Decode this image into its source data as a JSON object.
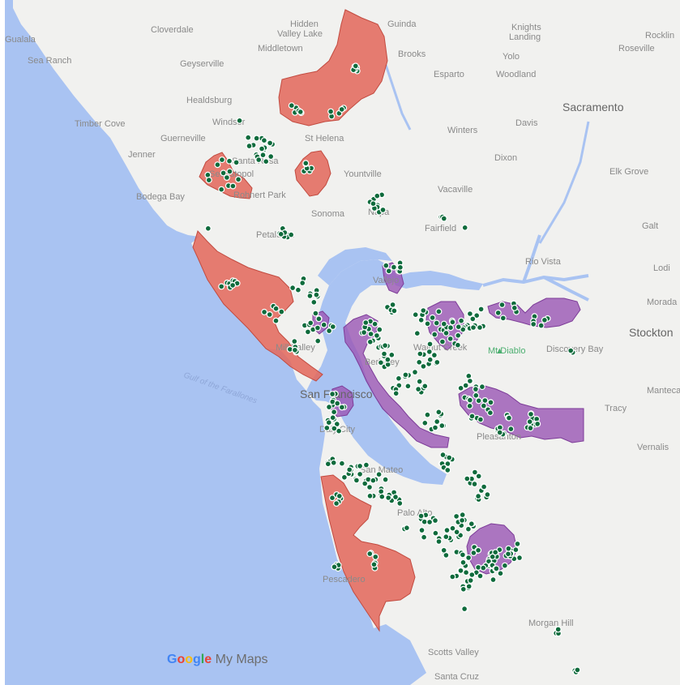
{
  "map": {
    "attribution": {
      "letters": [
        {
          "ch": "G",
          "color": "#4285f4"
        },
        {
          "ch": "o",
          "color": "#ea4335"
        },
        {
          "ch": "o",
          "color": "#fbbc05"
        },
        {
          "ch": "g",
          "color": "#4285f4"
        },
        {
          "ch": "l",
          "color": "#34a853"
        },
        {
          "ch": "e",
          "color": "#ea4335"
        }
      ],
      "suffix": "My Maps"
    },
    "colors": {
      "land": "#f1f1ef",
      "water": "#a9c3f2",
      "red_region": "#e26a5e",
      "purple_region": "#9b59b6",
      "marker": "#0f6b3c"
    },
    "places": [
      {
        "name": "Gualala"
      },
      {
        "name": "Sea Ranch"
      },
      {
        "name": "Cloverdale"
      },
      {
        "name": "Hidden"
      },
      {
        "name": "Valley Lake"
      },
      {
        "name": "Middletown"
      },
      {
        "name": "Guinda"
      },
      {
        "name": "Knights"
      },
      {
        "name": "Landing"
      },
      {
        "name": "Rocklin"
      },
      {
        "name": "Roseville"
      },
      {
        "name": "Geyserville"
      },
      {
        "name": "Brooks"
      },
      {
        "name": "Esparto"
      },
      {
        "name": "Yolo"
      },
      {
        "name": "Woodland"
      },
      {
        "name": "Healdsburg"
      },
      {
        "name": "Sacramento"
      },
      {
        "name": "Timber Cove"
      },
      {
        "name": "Windsor"
      },
      {
        "name": "Guerneville"
      },
      {
        "name": "St Helena"
      },
      {
        "name": "Winters"
      },
      {
        "name": "Davis"
      },
      {
        "name": "Jenner"
      },
      {
        "name": "Dixon"
      },
      {
        "name": "Elk Grove"
      },
      {
        "name": "Santa Rosa"
      },
      {
        "name": "Sebastopol"
      },
      {
        "name": "Yountville"
      },
      {
        "name": "Rohnert Park"
      },
      {
        "name": "Bodega Bay"
      },
      {
        "name": "Vacaville"
      },
      {
        "name": "Sonoma"
      },
      {
        "name": "Napa"
      },
      {
        "name": "Fairfield"
      },
      {
        "name": "Galt"
      },
      {
        "name": "Petaluma"
      },
      {
        "name": "Rio Vista"
      },
      {
        "name": "Lodi"
      },
      {
        "name": "Vallejo"
      },
      {
        "name": "Morada"
      },
      {
        "name": "Stockton"
      },
      {
        "name": "Walnut Creek"
      },
      {
        "name": "Mt Diablo"
      },
      {
        "name": "Discovery Bay"
      },
      {
        "name": "Mill Valley"
      },
      {
        "name": "Berkeley"
      },
      {
        "name": "San Francisco"
      },
      {
        "name": "Manteca"
      },
      {
        "name": "Tracy"
      },
      {
        "name": "Daly City"
      },
      {
        "name": "Pleasanton"
      },
      {
        "name": "Vernalis"
      },
      {
        "name": "San Mateo"
      },
      {
        "name": "Palo Alto"
      },
      {
        "name": "Pescadero"
      },
      {
        "name": "Morgan Hill"
      },
      {
        "name": "Scotts Valley"
      },
      {
        "name": "Santa Cruz"
      },
      {
        "name": "Gulf of the Farallones"
      }
    ]
  }
}
